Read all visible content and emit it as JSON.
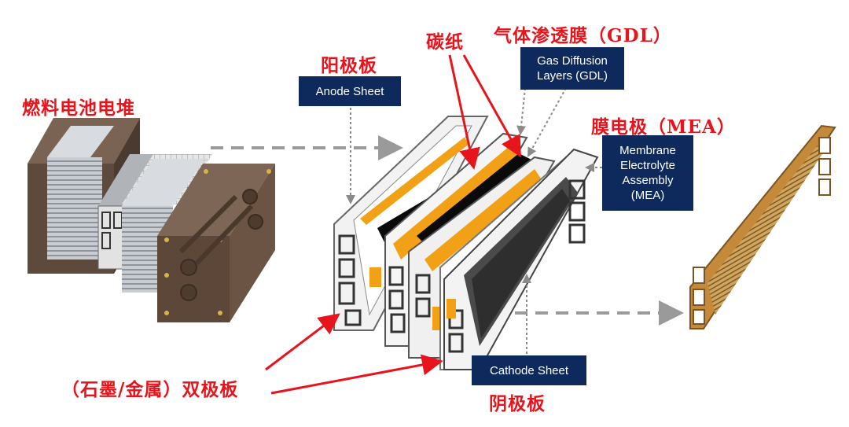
{
  "labels_cn": {
    "stack": "燃料电池电堆",
    "anode": "阳极板",
    "carbon_paper": "碳纸",
    "gdl": "气体渗透膜（GDL）",
    "mea": "膜电极（MEA）",
    "bipolar": "（石墨/金属）双极板",
    "cathode": "阴极板"
  },
  "labels_en": {
    "anode_sheet": "Anode Sheet",
    "gdl_line1": "Gas Diffusion",
    "gdl_line2": "Layers (GDL)",
    "mea_line1": "Membrane",
    "mea_line2": "Electrolyte",
    "mea_line3": "Assembly",
    "mea_line4": "(MEA)",
    "cathode_sheet": "Cathode Sheet"
  },
  "colors": {
    "label_red": "#e8141c",
    "box_navy": "#0e2a5c",
    "endplate_brown": "#5e4a3c",
    "plate_orange": "#f2a116",
    "arrow_gray": "#9a9a9a"
  }
}
